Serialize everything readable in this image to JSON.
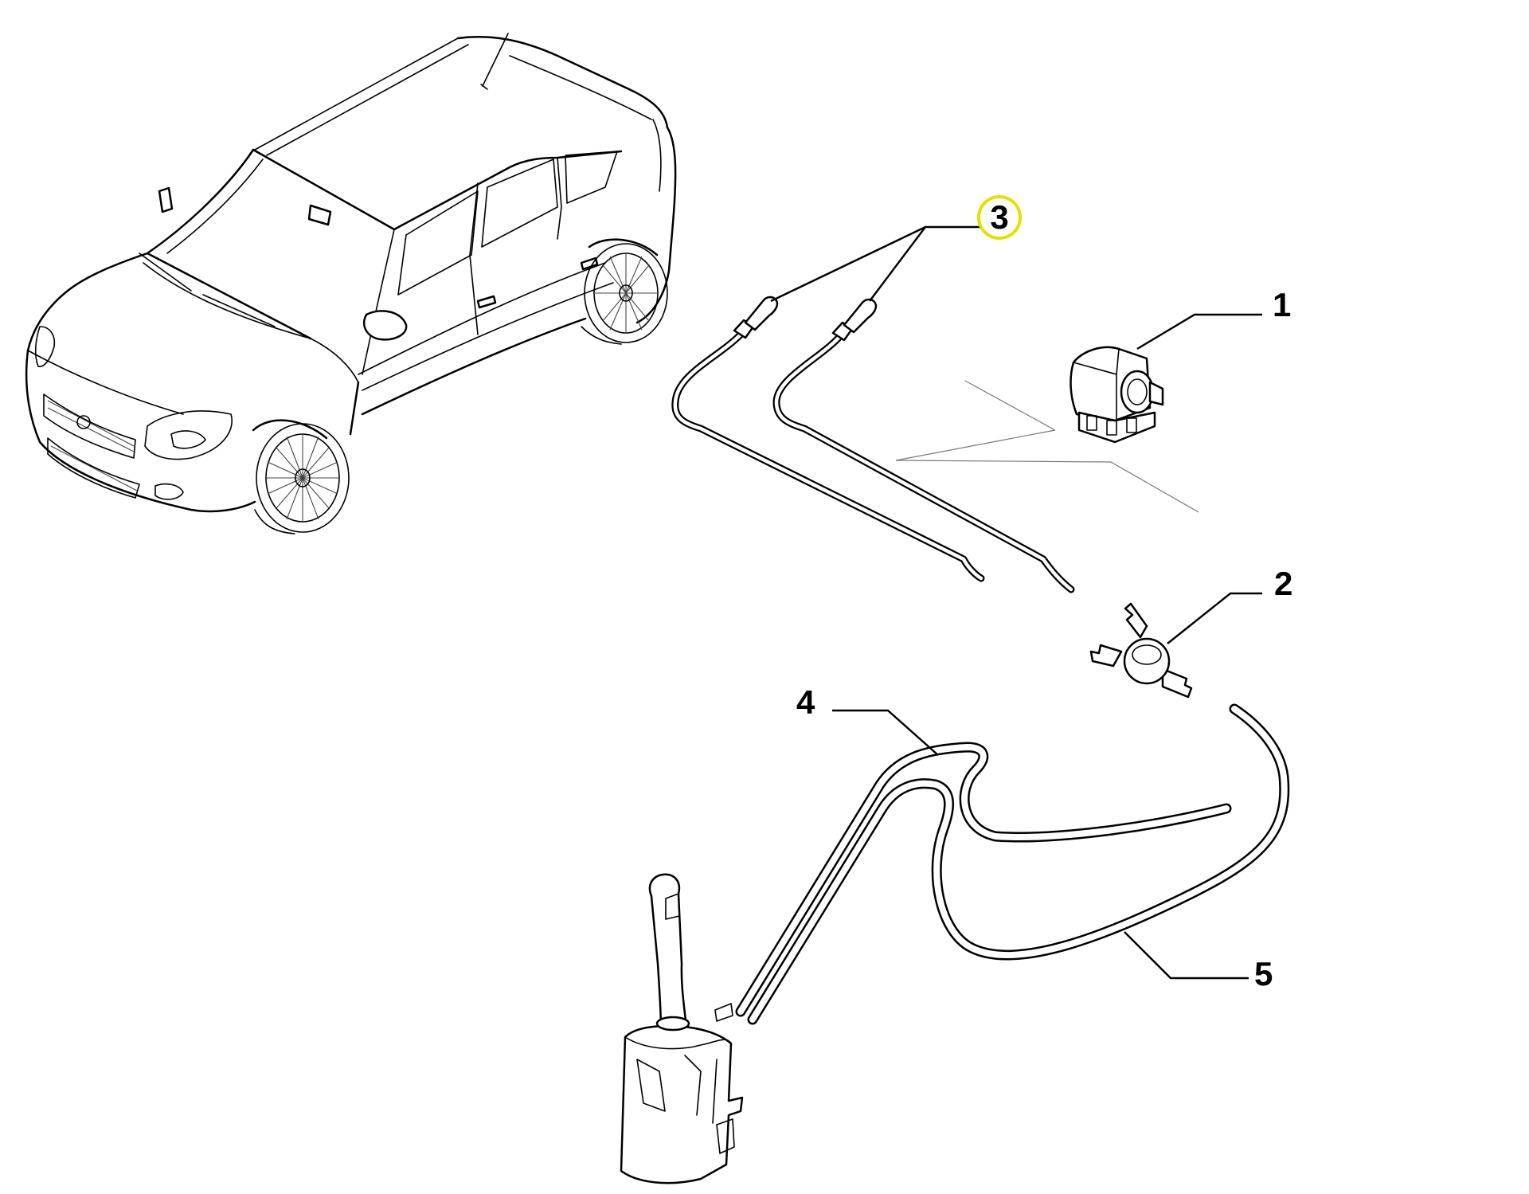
{
  "callouts": [
    {
      "id": "1",
      "label": "1"
    },
    {
      "id": "2",
      "label": "2"
    },
    {
      "id": "3",
      "label": "3",
      "highlighted": true
    },
    {
      "id": "4",
      "label": "4"
    },
    {
      "id": "5",
      "label": "5"
    }
  ],
  "colors": {
    "line": "#000000",
    "background": "#ffffff",
    "highlight_ring": "#e6e000"
  }
}
